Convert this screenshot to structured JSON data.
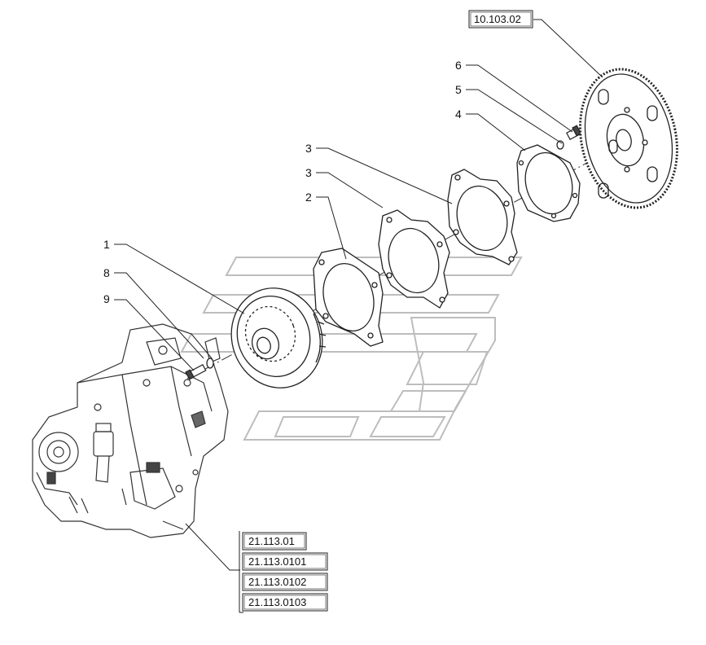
{
  "callouts": [
    {
      "id": "c1",
      "label": "1"
    },
    {
      "id": "c2",
      "label": "2"
    },
    {
      "id": "c3a",
      "label": "3"
    },
    {
      "id": "c3b",
      "label": "3"
    },
    {
      "id": "c4",
      "label": "4"
    },
    {
      "id": "c5",
      "label": "5"
    },
    {
      "id": "c6",
      "label": "6"
    },
    {
      "id": "c8",
      "label": "8"
    },
    {
      "id": "c9",
      "label": "9"
    }
  ],
  "references": {
    "flywheel": "10.103.02",
    "transmission": [
      "21.113.01",
      "21.113.0101",
      "21.113.0102",
      "21.113.0103"
    ]
  },
  "colors": {
    "line": "#222222",
    "watermark": "#bdbdbd",
    "background": "#ffffff"
  }
}
